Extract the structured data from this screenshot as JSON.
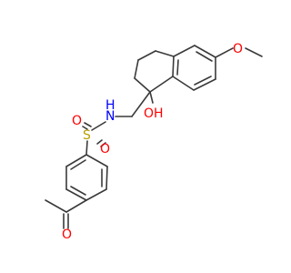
{
  "molecule": {
    "atoms": {
      "methoxy_o": {
        "text": "O",
        "color": "#ff0000"
      },
      "hydroxyl": {
        "text": "OH",
        "color": "#ff0000"
      },
      "amine_n": {
        "text": "N",
        "color": "#0000ff"
      },
      "amine_h": {
        "text": "H",
        "color": "#0000ff"
      },
      "sulfur": {
        "text": "S",
        "color": "#b8a000"
      },
      "sulfonyl_o_left": {
        "text": "O",
        "color": "#ff0000"
      },
      "sulfonyl_o_bottom": {
        "text": "O",
        "color": "#ff0000"
      },
      "ketone_o": {
        "text": "O",
        "color": "#ff0000"
      }
    },
    "bond_color": "#3a3a3a"
  }
}
